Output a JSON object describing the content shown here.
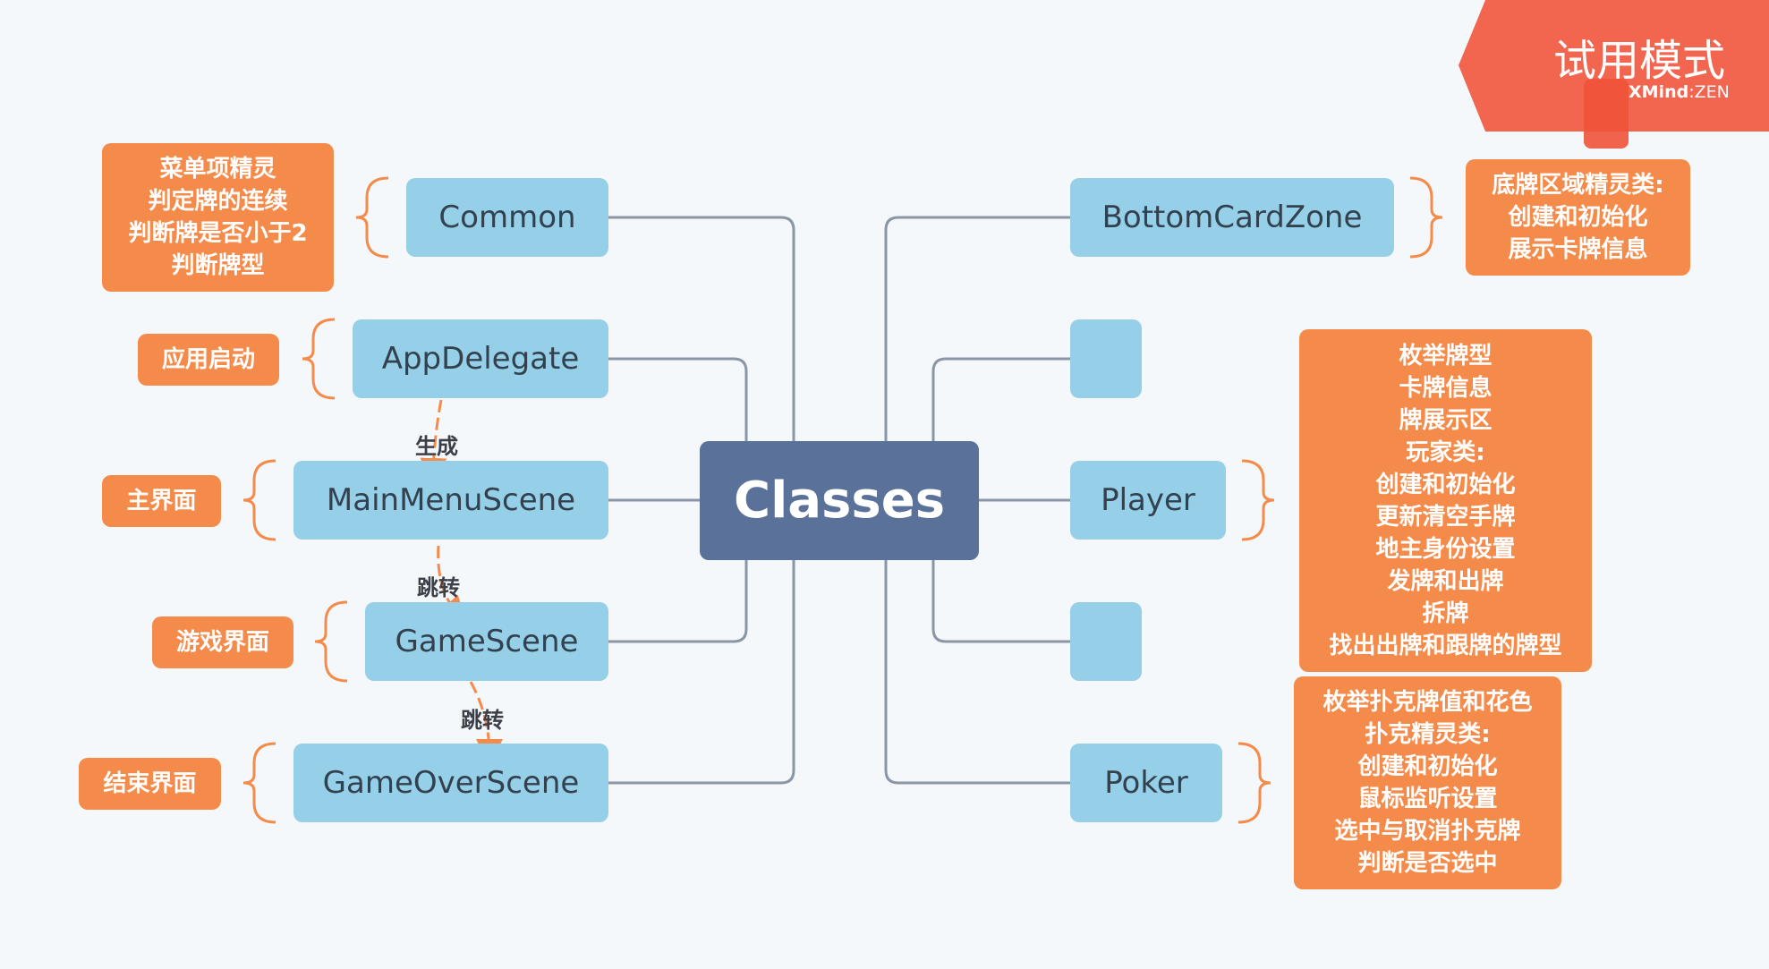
{
  "central": "Classes",
  "left_topics": [
    {
      "label": "Common",
      "note": [
        "菜单项精灵",
        "判定牌的连续",
        "判断牌是否小于2",
        "判断牌型"
      ]
    },
    {
      "label": "AppDelegate",
      "note": [
        "应用启动"
      ]
    },
    {
      "label": "MainMenuScene",
      "note": [
        "主界面"
      ]
    },
    {
      "label": "GameScene",
      "note": [
        "游戏界面"
      ]
    },
    {
      "label": "GameOverScene",
      "note": [
        "结束界面"
      ]
    }
  ],
  "right_topics": [
    {
      "label": "BottomCardZone",
      "note": [
        "底牌区域精灵类:",
        "创建和初始化",
        "展示卡牌信息"
      ]
    },
    {
      "label": "",
      "note": []
    },
    {
      "label": "Player",
      "note": [
        "枚举牌型",
        "卡牌信息",
        "牌展示区",
        "玩家类:",
        "创建和初始化",
        "更新清空手牌",
        "地主身份设置",
        "发牌和出牌",
        "拆牌",
        "找出出牌和跟牌的牌型"
      ]
    },
    {
      "label": "",
      "note": []
    },
    {
      "label": "Poker",
      "note": [
        "枚举扑克牌值和花色",
        "扑克精灵类:",
        "创建和初始化",
        "鼠标监听设置",
        "选中与取消扑克牌",
        "判断是否选中"
      ]
    }
  ],
  "relationships": [
    {
      "from": "AppDelegate",
      "to": "MainMenuScene",
      "label": "生成"
    },
    {
      "from": "MainMenuScene",
      "to": "GameScene",
      "label": "跳转"
    },
    {
      "from": "GameScene",
      "to": "GameOverScene",
      "label": "跳转"
    }
  ],
  "watermark": {
    "title": "试用模式",
    "brand": "XMind",
    "edition": "ZEN"
  },
  "colors": {
    "background": "#f5f8fb",
    "central": "#5a7199",
    "topic": "#95d0e8",
    "note": "#f58b4a",
    "connector": "#8a96a6",
    "watermark": "#f26650"
  }
}
